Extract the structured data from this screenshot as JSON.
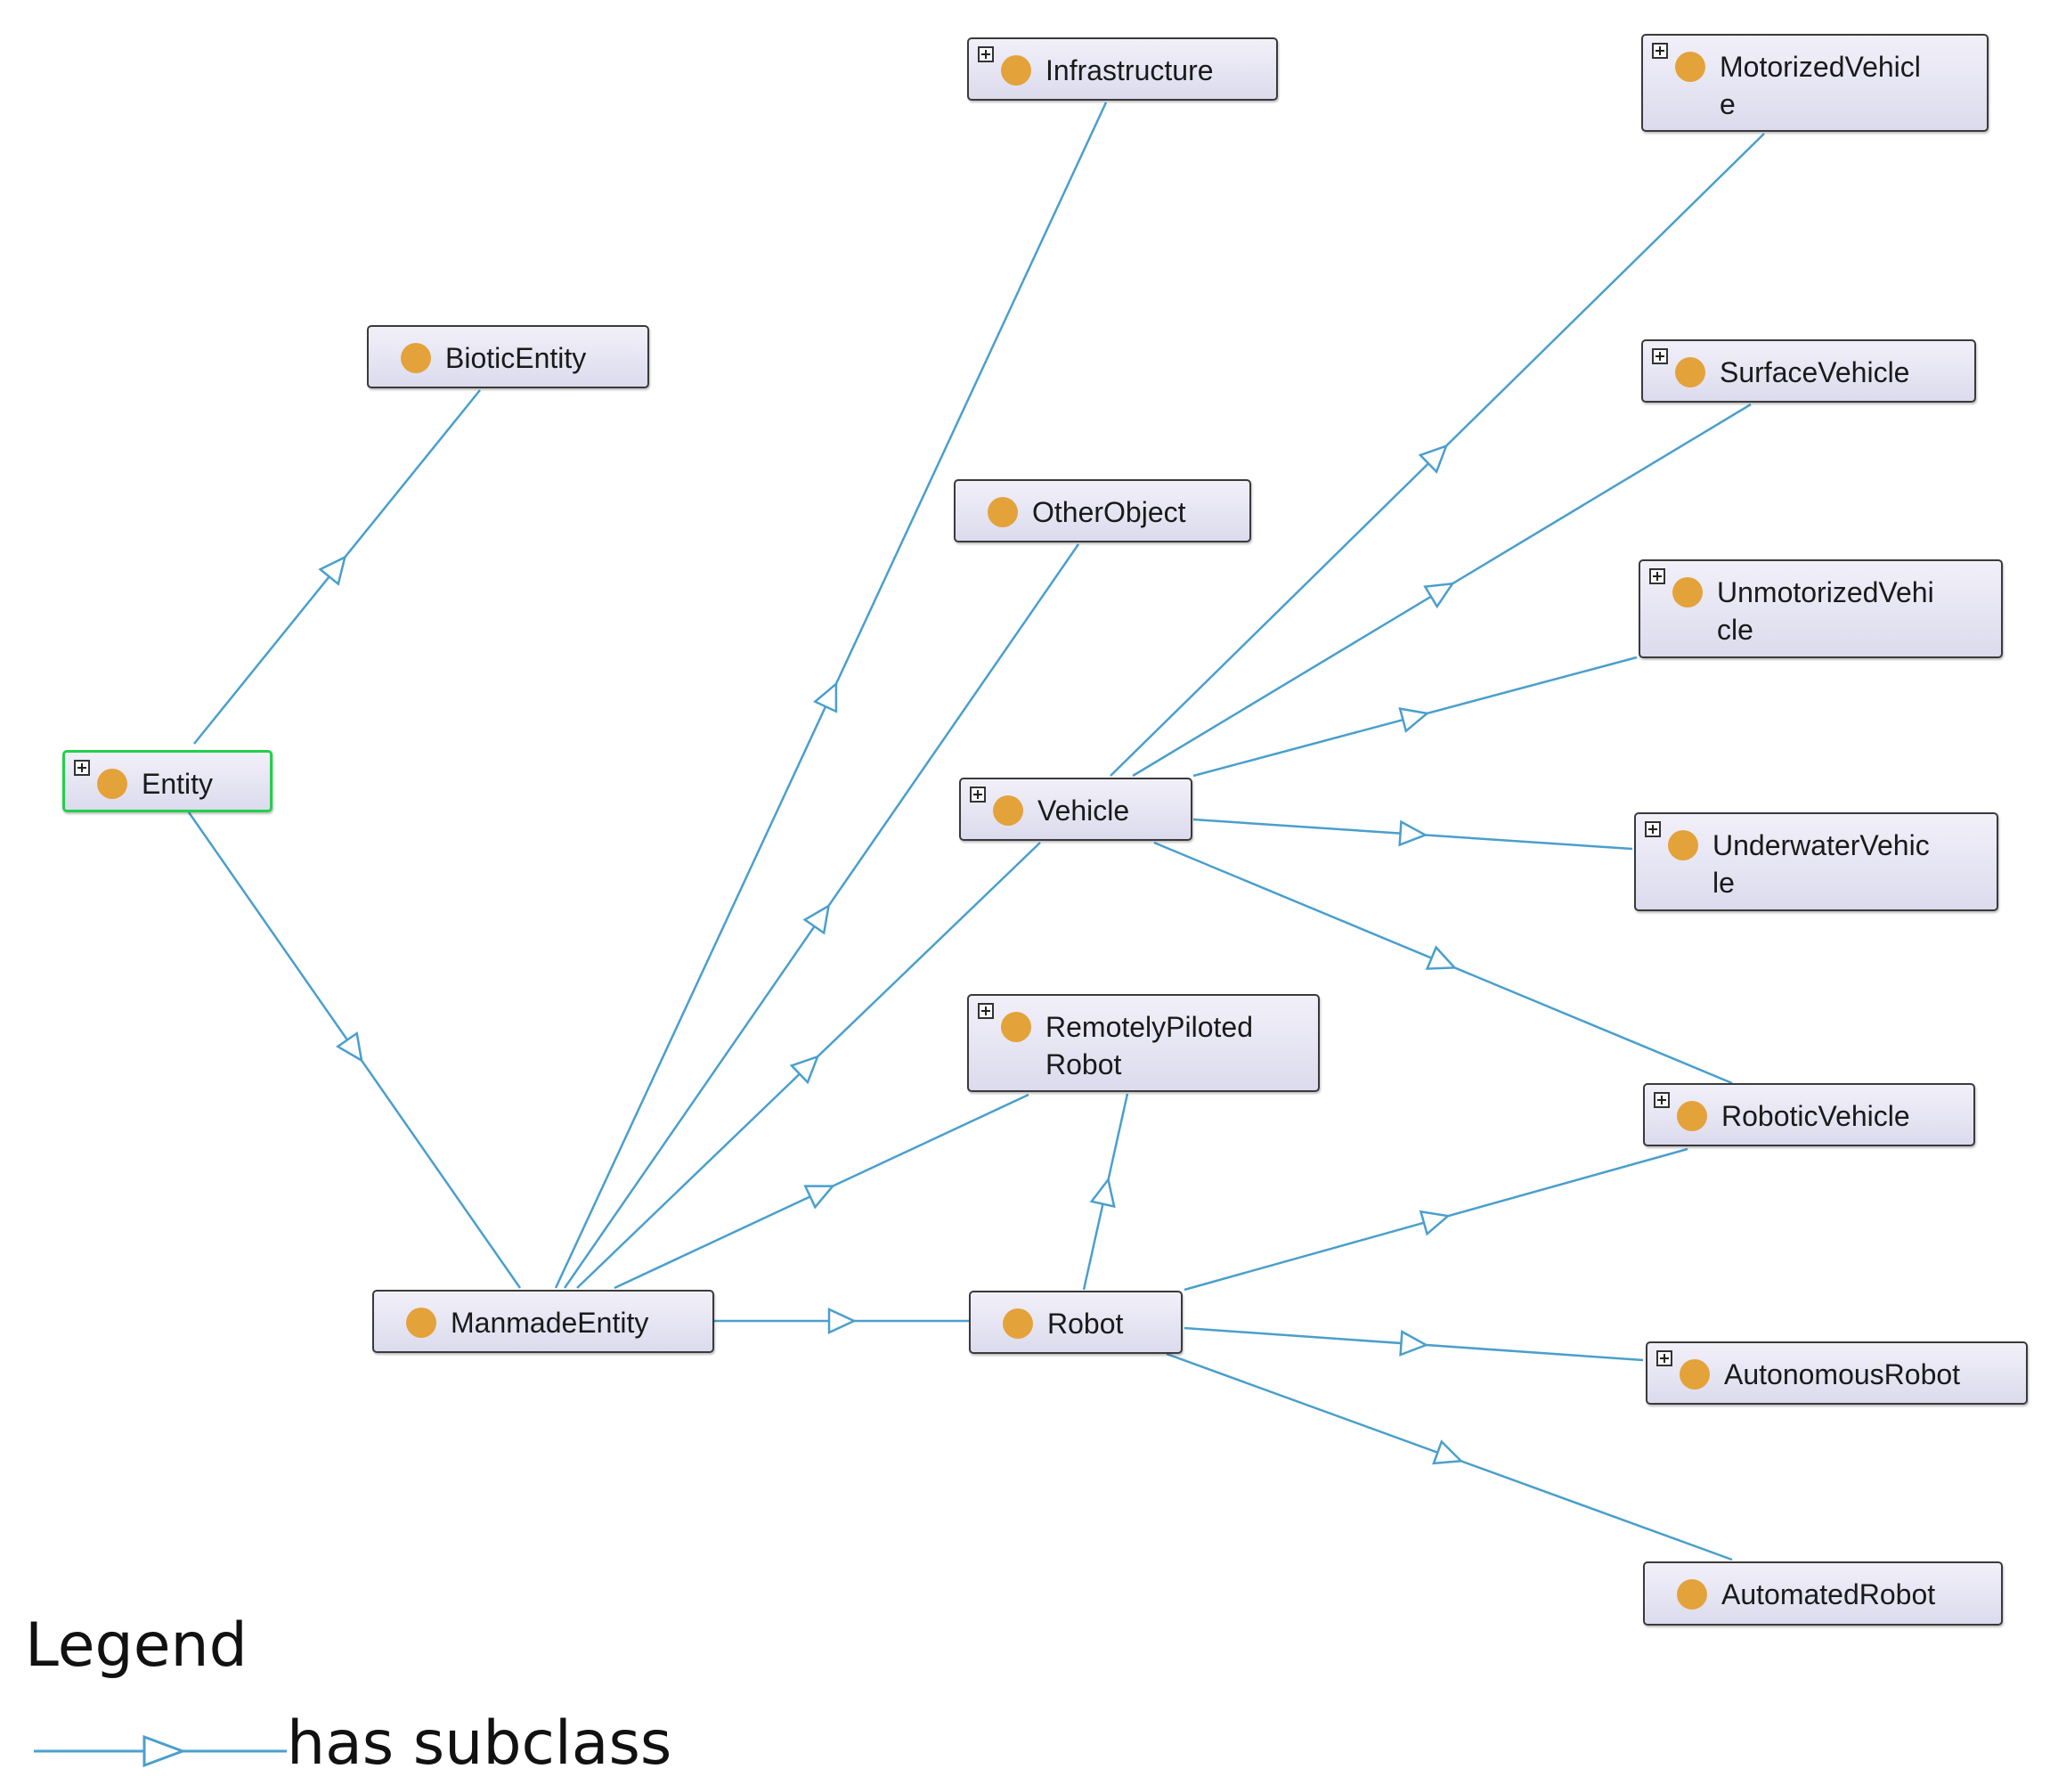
{
  "colors": {
    "edge": "#4a9fcc",
    "dot": "#e3a23a",
    "node_border": "#3a3a3a",
    "selected_border": "#22d04a"
  },
  "nodes": [
    {
      "id": "entity",
      "label": "Entity",
      "expandable": true,
      "selected": true
    },
    {
      "id": "biotic",
      "label": "BioticEntity",
      "expandable": false
    },
    {
      "id": "manmade",
      "label": "ManmadeEntity",
      "expandable": false
    },
    {
      "id": "infrastructure",
      "label": "Infrastructure",
      "expandable": true
    },
    {
      "id": "otherobject",
      "label": "OtherObject",
      "expandable": false
    },
    {
      "id": "vehicle",
      "label": "Vehicle",
      "expandable": true
    },
    {
      "id": "remotely",
      "label": "RemotelyPiloted\nRobot",
      "expandable": true
    },
    {
      "id": "robot",
      "label": "Robot",
      "expandable": false
    },
    {
      "id": "motorized",
      "label": "MotorizedVehicl\ne",
      "expandable": true
    },
    {
      "id": "surface",
      "label": "SurfaceVehicle",
      "expandable": true
    },
    {
      "id": "unmotorized",
      "label": "UnmotorizedVehi\ncle",
      "expandable": true
    },
    {
      "id": "underwater",
      "label": "UnderwaterVehic\nle",
      "expandable": true
    },
    {
      "id": "robotic",
      "label": "RoboticVehicle",
      "expandable": true
    },
    {
      "id": "autonomous",
      "label": "AutonomousRobot",
      "expandable": true
    },
    {
      "id": "automated",
      "label": "AutomatedRobot",
      "expandable": false
    }
  ],
  "edges": [
    {
      "from": "entity",
      "to": "biotic"
    },
    {
      "from": "entity",
      "to": "manmade"
    },
    {
      "from": "manmade",
      "to": "infrastructure"
    },
    {
      "from": "manmade",
      "to": "otherobject"
    },
    {
      "from": "manmade",
      "to": "vehicle"
    },
    {
      "from": "manmade",
      "to": "remotely"
    },
    {
      "from": "manmade",
      "to": "robot"
    },
    {
      "from": "robot",
      "to": "remotely"
    },
    {
      "from": "vehicle",
      "to": "motorized"
    },
    {
      "from": "vehicle",
      "to": "surface"
    },
    {
      "from": "vehicle",
      "to": "unmotorized"
    },
    {
      "from": "vehicle",
      "to": "underwater"
    },
    {
      "from": "vehicle",
      "to": "robotic"
    },
    {
      "from": "robot",
      "to": "robotic"
    },
    {
      "from": "robot",
      "to": "autonomous"
    },
    {
      "from": "robot",
      "to": "automated"
    }
  ],
  "legend": {
    "title": "Legend",
    "edge_label": "has subclass"
  }
}
